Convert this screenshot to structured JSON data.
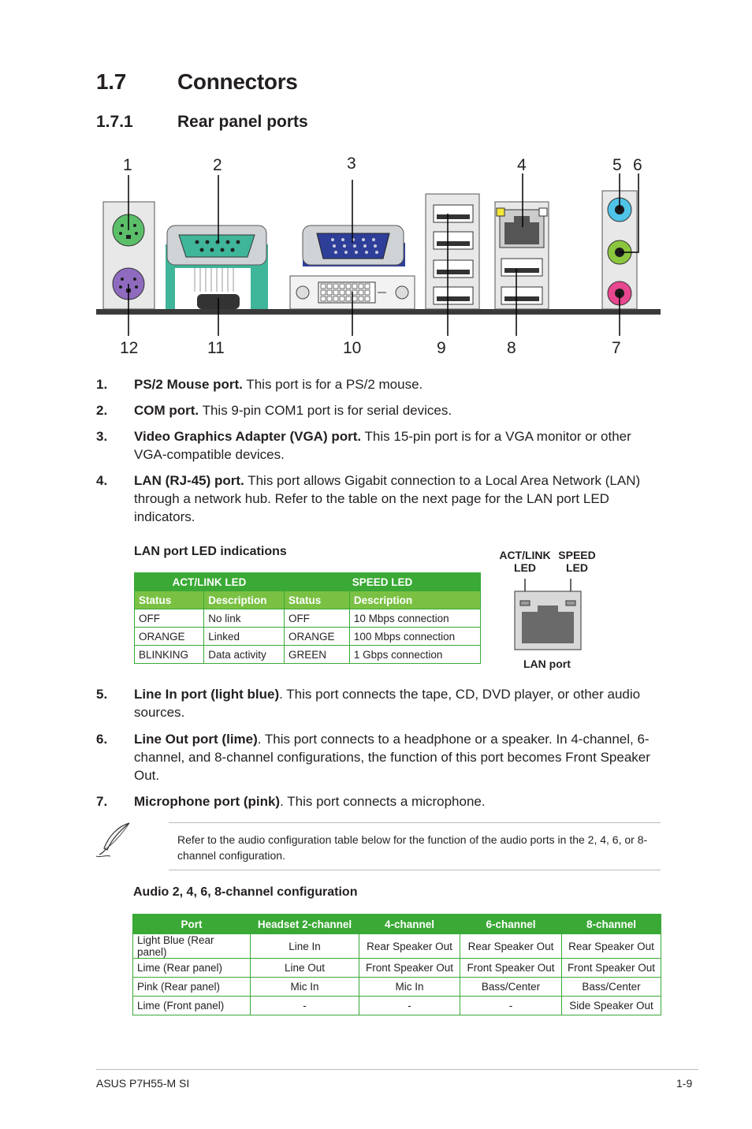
{
  "section": {
    "number": "1.7",
    "title": "Connectors"
  },
  "subsection": {
    "number": "1.7.1",
    "title": "Rear panel ports"
  },
  "diagram": {
    "callouts_top": [
      "1",
      "2",
      "3",
      "4",
      "5",
      "6"
    ],
    "callouts_bottom": [
      "12",
      "11",
      "10",
      "9",
      "8",
      "7"
    ]
  },
  "items": [
    {
      "num": "1.",
      "bold": "PS/2 Mouse port.",
      "text": " This port is for a PS/2 mouse."
    },
    {
      "num": "2.",
      "bold": "COM port.",
      "text": " This 9-pin COM1 port is for serial devices."
    },
    {
      "num": "3.",
      "bold": "Video Graphics Adapter (VGA) port.",
      "text": " This 15-pin port is for a VGA monitor or other VGA-compatible devices."
    },
    {
      "num": "4.",
      "bold": "LAN (RJ-45) port.",
      "text": " This port allows Gigabit connection to a Local Area Network (LAN) through a network hub. Refer to the table on the next page for the LAN port LED indicators."
    },
    {
      "num": "5.",
      "bold": "Line In port (light blue)",
      "text": ". This port connects the tape, CD, DVD player, or other audio sources."
    },
    {
      "num": "6.",
      "bold": "Line Out port (lime)",
      "text": ". This port connects to a headphone or a speaker. In 4-channel, 6-channel, and 8-channel configurations, the function of this port becomes Front Speaker Out."
    },
    {
      "num": "7.",
      "bold": "Microphone port (pink)",
      "text": ". This port connects a microphone."
    }
  ],
  "lan_table": {
    "title": "LAN port LED indications",
    "group_headers": [
      "ACT/LINK LED",
      "SPEED LED"
    ],
    "col_headers": [
      "Status",
      "Description",
      "Status",
      "Description"
    ],
    "rows": [
      [
        "OFF",
        "No link",
        "OFF",
        "10 Mbps connection"
      ],
      [
        "ORANGE",
        "Linked",
        "ORANGE",
        "100 Mbps connection"
      ],
      [
        "BLINKING",
        "Data activity",
        "GREEN",
        "1 Gbps connection"
      ]
    ]
  },
  "lan_figure": {
    "act_label": "ACT/LINK LED",
    "speed_label": "SPEED LED",
    "port_label": "LAN port"
  },
  "note": {
    "text": "Refer to the audio configuration table below for the function of the audio ports in the 2, 4, 6, or 8-channel configuration."
  },
  "audio_table": {
    "title": "Audio 2, 4, 6, 8-channel configuration",
    "headers": [
      "Port",
      "Headset 2-channel",
      "4-channel",
      "6-channel",
      "8-channel"
    ],
    "rows": [
      [
        "Light Blue (Rear panel)",
        "Line In",
        "Rear Speaker Out",
        "Rear Speaker Out",
        "Rear Speaker Out"
      ],
      [
        "Lime (Rear panel)",
        "Line Out",
        "Front Speaker Out",
        "Front Speaker Out",
        "Front Speaker Out"
      ],
      [
        "Pink (Rear panel)",
        "Mic In",
        "Mic In",
        "Bass/Center",
        "Bass/Center"
      ],
      [
        "Lime (Front panel)",
        "-",
        "-",
        "-",
        "Side Speaker Out"
      ]
    ]
  },
  "footer": {
    "left": "ASUS P7H55-M SI",
    "right": "1-9"
  },
  "colors": {
    "table_green": "#3aa935",
    "header_light_green": "#7ac143",
    "ps2_mouse": "#5bbf6a",
    "ps2_kbd": "#8e6bbf",
    "line_in": "#4fc3e8",
    "line_out": "#8cc63f",
    "mic": "#e8478f",
    "vga": "#2e3f99",
    "com_bg": "#3fb59a"
  }
}
